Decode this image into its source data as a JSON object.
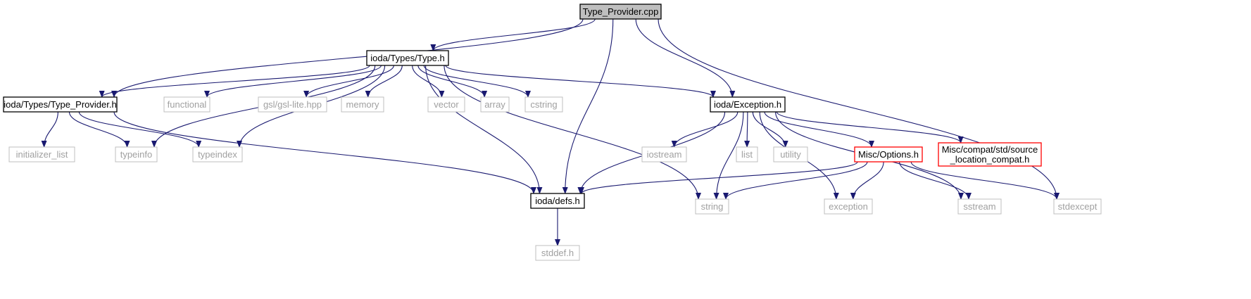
{
  "colors": {
    "edge": "#191970",
    "box_normal": "#000000",
    "box_external": "#bfbfbf",
    "box_truncated": "#ff0000",
    "box_root_fill": "#bfbfbf",
    "text_normal": "#000000",
    "text_external": "#a0a0a0"
  },
  "nodes": [
    {
      "id": "type_provider_cpp",
      "label": "Type_Provider.cpp",
      "kind": "root"
    },
    {
      "id": "ioda_types_type_h",
      "label": "ioda/Types/Type.h",
      "kind": "normal"
    },
    {
      "id": "ioda_types_type_provider_h",
      "label": "ioda/Types/Type_Provider.h",
      "kind": "normal"
    },
    {
      "id": "ioda_exception_h",
      "label": "ioda/Exception.h",
      "kind": "normal"
    },
    {
      "id": "ioda_defs_h",
      "label": "ioda/defs.h",
      "kind": "normal"
    },
    {
      "id": "functional",
      "label": "functional",
      "kind": "external"
    },
    {
      "id": "gsl_lite",
      "label": "gsl/gsl-lite.hpp",
      "kind": "external"
    },
    {
      "id": "memory",
      "label": "memory",
      "kind": "external"
    },
    {
      "id": "vector",
      "label": "vector",
      "kind": "external"
    },
    {
      "id": "array",
      "label": "array",
      "kind": "external"
    },
    {
      "id": "cstring",
      "label": "cstring",
      "kind": "external"
    },
    {
      "id": "initializer_list",
      "label": "initializer_list",
      "kind": "external"
    },
    {
      "id": "typeinfo",
      "label": "typeinfo",
      "kind": "external"
    },
    {
      "id": "typeindex",
      "label": "typeindex",
      "kind": "external"
    },
    {
      "id": "iostream",
      "label": "iostream",
      "kind": "external"
    },
    {
      "id": "list",
      "label": "list",
      "kind": "external"
    },
    {
      "id": "utility",
      "label": "utility",
      "kind": "external"
    },
    {
      "id": "misc_options_h",
      "label": "Misc/Options.h",
      "kind": "truncated"
    },
    {
      "id": "misc_source_location",
      "label": [
        "Misc/compat/std/source",
        "_location_compat.h"
      ],
      "kind": "truncated"
    },
    {
      "id": "string",
      "label": "string",
      "kind": "external"
    },
    {
      "id": "exception",
      "label": "exception",
      "kind": "external"
    },
    {
      "id": "sstream",
      "label": "sstream",
      "kind": "external"
    },
    {
      "id": "stdexcept",
      "label": "stdexcept",
      "kind": "external"
    },
    {
      "id": "stddef_h",
      "label": "stddef.h",
      "kind": "external"
    }
  ],
  "edges": [
    [
      "type_provider_cpp",
      "ioda_types_type_h"
    ],
    [
      "type_provider_cpp",
      "ioda_types_type_provider_h"
    ],
    [
      "type_provider_cpp",
      "ioda_defs_h"
    ],
    [
      "type_provider_cpp",
      "ioda_exception_h"
    ],
    [
      "type_provider_cpp",
      "stdexcept"
    ],
    [
      "ioda_types_type_h",
      "ioda_types_type_provider_h"
    ],
    [
      "ioda_types_type_h",
      "functional"
    ],
    [
      "ioda_types_type_h",
      "gsl_lite"
    ],
    [
      "ioda_types_type_h",
      "memory"
    ],
    [
      "ioda_types_type_h",
      "vector"
    ],
    [
      "ioda_types_type_h",
      "array"
    ],
    [
      "ioda_types_type_h",
      "cstring"
    ],
    [
      "ioda_types_type_h",
      "typeinfo"
    ],
    [
      "ioda_types_type_h",
      "typeindex"
    ],
    [
      "ioda_types_type_h",
      "string"
    ],
    [
      "ioda_types_type_h",
      "ioda_exception_h"
    ],
    [
      "ioda_types_type_h",
      "ioda_defs_h"
    ],
    [
      "ioda_types_type_provider_h",
      "initializer_list"
    ],
    [
      "ioda_types_type_provider_h",
      "typeinfo"
    ],
    [
      "ioda_types_type_provider_h",
      "typeindex"
    ],
    [
      "ioda_types_type_provider_h",
      "ioda_defs_h"
    ],
    [
      "ioda_exception_h",
      "ioda_defs_h"
    ],
    [
      "ioda_exception_h",
      "iostream"
    ],
    [
      "ioda_exception_h",
      "string"
    ],
    [
      "ioda_exception_h",
      "list"
    ],
    [
      "ioda_exception_h",
      "utility"
    ],
    [
      "ioda_exception_h",
      "exception"
    ],
    [
      "ioda_exception_h",
      "misc_options_h"
    ],
    [
      "ioda_exception_h",
      "misc_source_location"
    ],
    [
      "ioda_exception_h",
      "sstream"
    ],
    [
      "misc_options_h",
      "ioda_defs_h"
    ],
    [
      "misc_options_h",
      "string"
    ],
    [
      "misc_options_h",
      "exception"
    ],
    [
      "misc_options_h",
      "sstream"
    ],
    [
      "misc_options_h",
      "stdexcept"
    ],
    [
      "ioda_defs_h",
      "stddef_h"
    ]
  ]
}
